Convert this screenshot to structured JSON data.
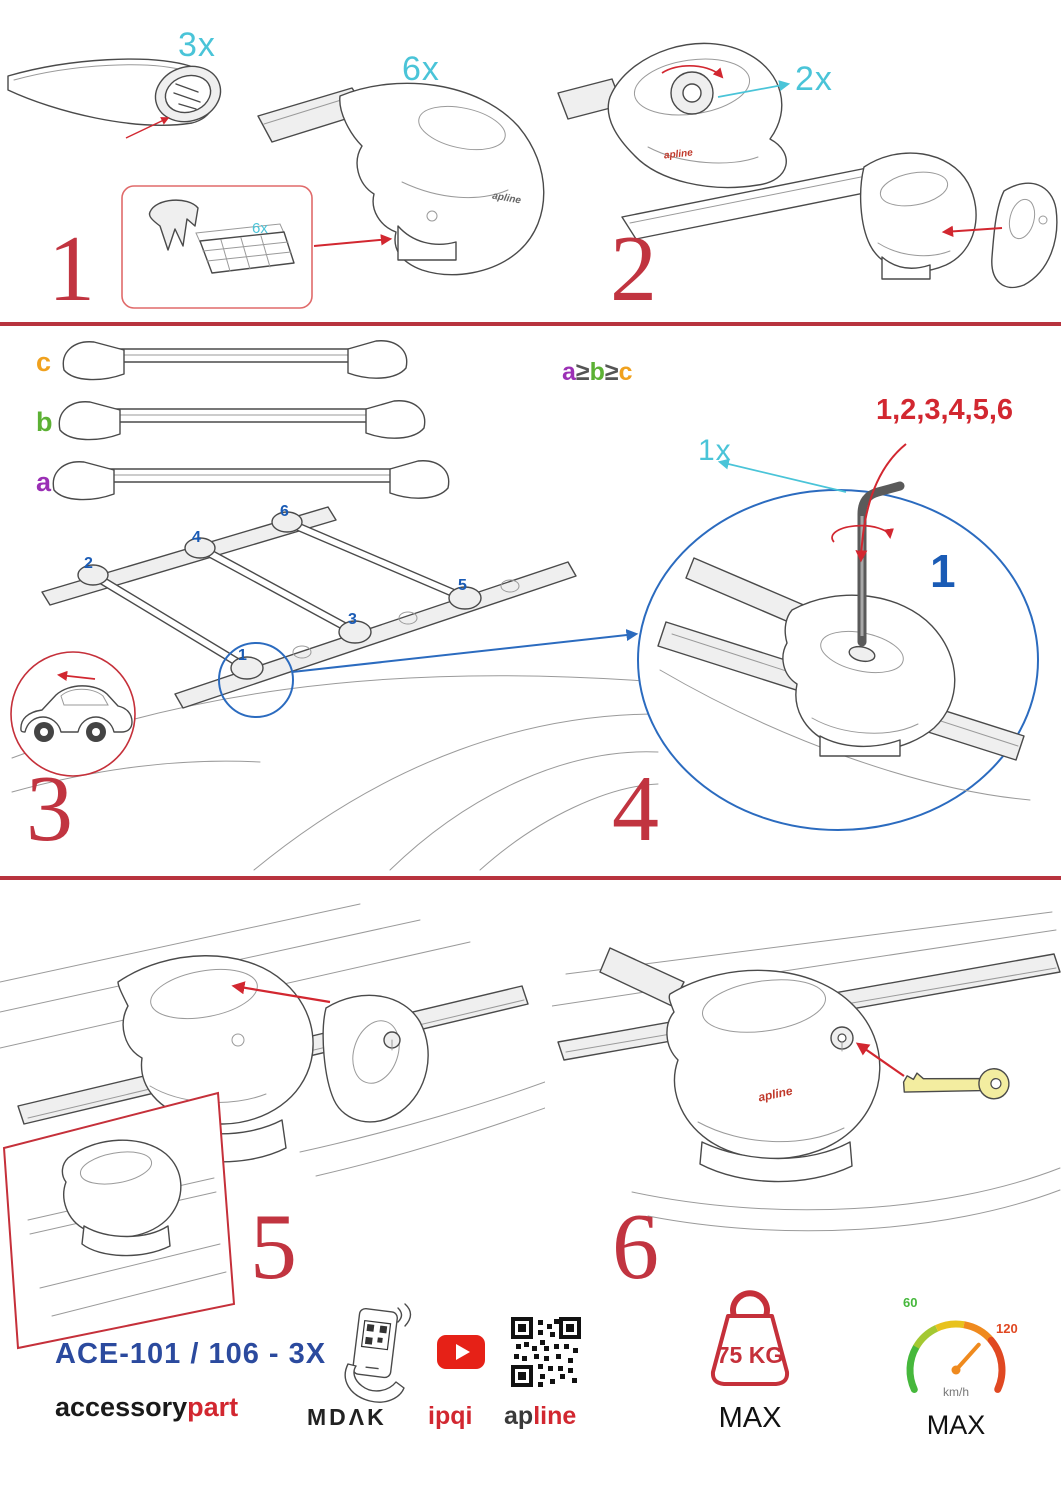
{
  "colors": {
    "step_red": "#c13440",
    "arrow_red": "#d22730",
    "cyan": "#4ac4d8",
    "blue": "#2b6bbf",
    "model_blue": "#2b4a9e",
    "purple": "#9b30b5",
    "green": "#5cb134",
    "orange": "#f0a11e"
  },
  "steps": {
    "s1": {
      "number": "1",
      "bar_qty": "3x",
      "foot_qty": "6x",
      "pad_qty": "6x"
    },
    "s2": {
      "number": "2",
      "knob_qty": "2x"
    },
    "s3": {
      "number": "3",
      "labels": {
        "a": "a",
        "b": "b",
        "c": "c"
      },
      "rule": {
        "a": "a",
        "op1": "≥",
        "b": "b",
        "op2": "≥",
        "c": "c"
      },
      "positions": [
        "1",
        "2",
        "3",
        "4",
        "5",
        "6"
      ]
    },
    "s4": {
      "number": "4",
      "key_qty": "1x",
      "sequence": "1,2,3,4,5,6",
      "first": "1"
    },
    "s5": {
      "number": "5"
    },
    "s6": {
      "number": "6"
    }
  },
  "brand": {
    "logo": "apline"
  },
  "footer": {
    "model": "ACE-101 / 106 - 3X",
    "brand_part1": "accessory",
    "brand_part2": "part",
    "mdak": "MDΛK",
    "ipqi": "ipqi",
    "apline_part1": "ap",
    "apline_part2": "line",
    "weight": "75 KG",
    "weight_max": "MAX",
    "speed_low": "60",
    "speed_high": "120",
    "speed_unit": "km/h",
    "speed_max": "MAX"
  },
  "icons": {
    "phone": "phone-qr-scan-icon",
    "youtube": "youtube-play-icon",
    "qr": "qr-code-icon",
    "weight": "max-load-weight-icon",
    "speedometer": "max-speed-gauge-icon"
  }
}
